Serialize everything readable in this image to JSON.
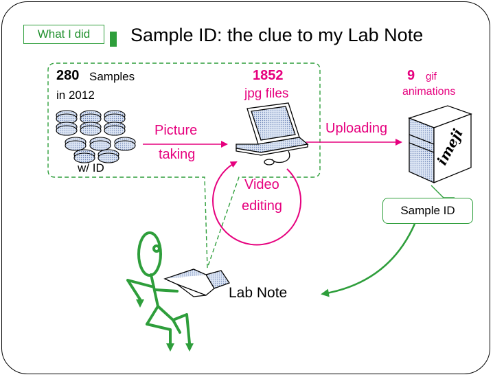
{
  "tag": "What I did",
  "title": "Sample ID: the clue to my Lab Note",
  "samples": {
    "count": "280",
    "unit": "Samples",
    "year": "in 2012",
    "id_label": "w/ ID"
  },
  "pictures": {
    "count": "1852",
    "unit": "jpg files"
  },
  "gifs": {
    "count": "9",
    "unit": "gif",
    "unit2": "animations"
  },
  "steps": {
    "picture1": "Picture",
    "picture2": "taking",
    "video1": "Video",
    "video2": "editing",
    "upload": "Uploading"
  },
  "server_logo": "imeji",
  "sample_id": "Sample ID",
  "lab_note": "Lab Note",
  "colors": {
    "green": "#2e9e3b",
    "magenta": "#e6007e",
    "stick": "#2e9e3b"
  }
}
